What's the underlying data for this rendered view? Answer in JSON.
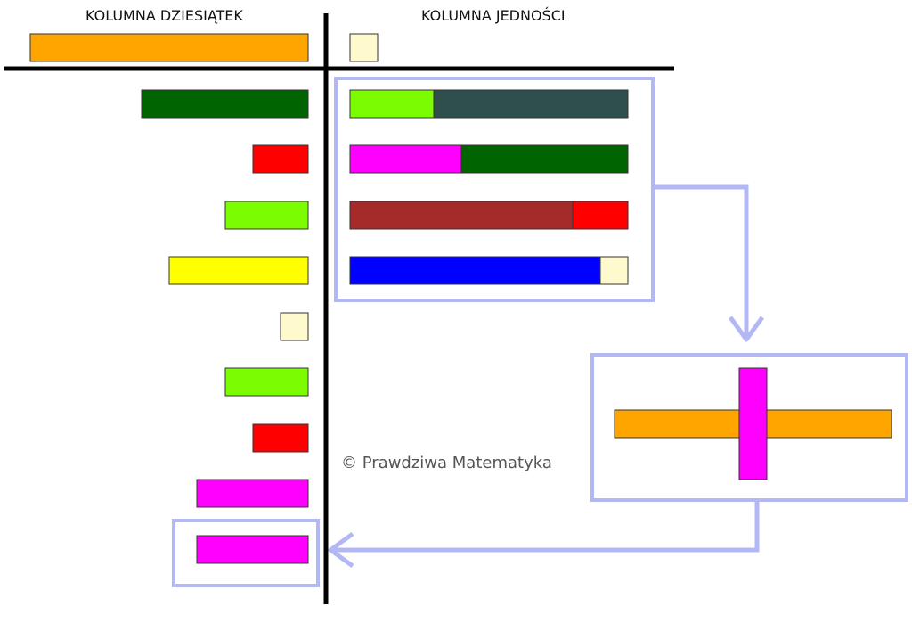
{
  "headers": {
    "tens": "KOLUMNA DZIESIĄTEK",
    "units": "KOLUMNA JEDNOŚCI"
  },
  "watermark": "© Prawdziwa Matematyka",
  "colors": {
    "orange": "#FFA500",
    "cream": "#FFFACD",
    "dark_green": "#006400",
    "red": "#FF0000",
    "lime": "#7CFC00",
    "yellow": "#FFFF00",
    "magenta": "#FF00FF",
    "dark_slate": "#2F4F4F",
    "brown": "#A52A2A",
    "blue": "#0000FF",
    "highlight": "#B3B8F5",
    "axis": "#000000"
  },
  "rods": {
    "tens_column": [
      "orange",
      "dark_green",
      "red",
      "lime",
      "yellow",
      "cream",
      "lime",
      "red",
      "magenta",
      "magenta"
    ],
    "units_column": [
      [
        "cream"
      ],
      [
        "lime",
        "dark_slate"
      ],
      [
        "magenta",
        "dark_green"
      ],
      [
        "brown",
        "red"
      ],
      [
        "blue",
        "cream"
      ]
    ],
    "cross": [
      "orange",
      "magenta"
    ]
  }
}
